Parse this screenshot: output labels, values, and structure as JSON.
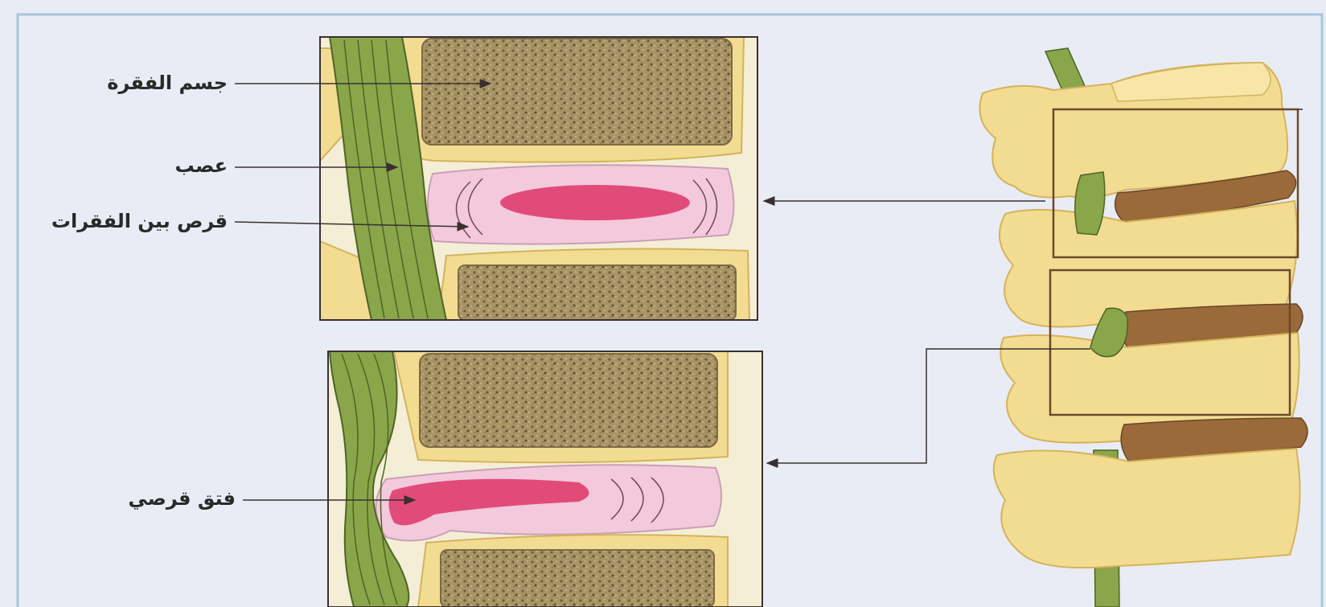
{
  "labels": {
    "vertebral_body": "جسم الفقرة",
    "nerve": "عصب",
    "intervertebral_disc": "قرص بين الفقرات",
    "disc_herniation": "فتق قرصي"
  },
  "colors": {
    "background": "#e9ecf4",
    "frame": "#a8c4dc",
    "bone": "#f2dc92",
    "bone_edge": "#d4b35c",
    "spongy_bone": "#9e8a5e",
    "nerve": "#8aa64a",
    "disc": "#f3c9dc",
    "nucleus": "#e14b7a",
    "dark_disc": "#9a6a3a",
    "pointer": "#3a3030"
  }
}
